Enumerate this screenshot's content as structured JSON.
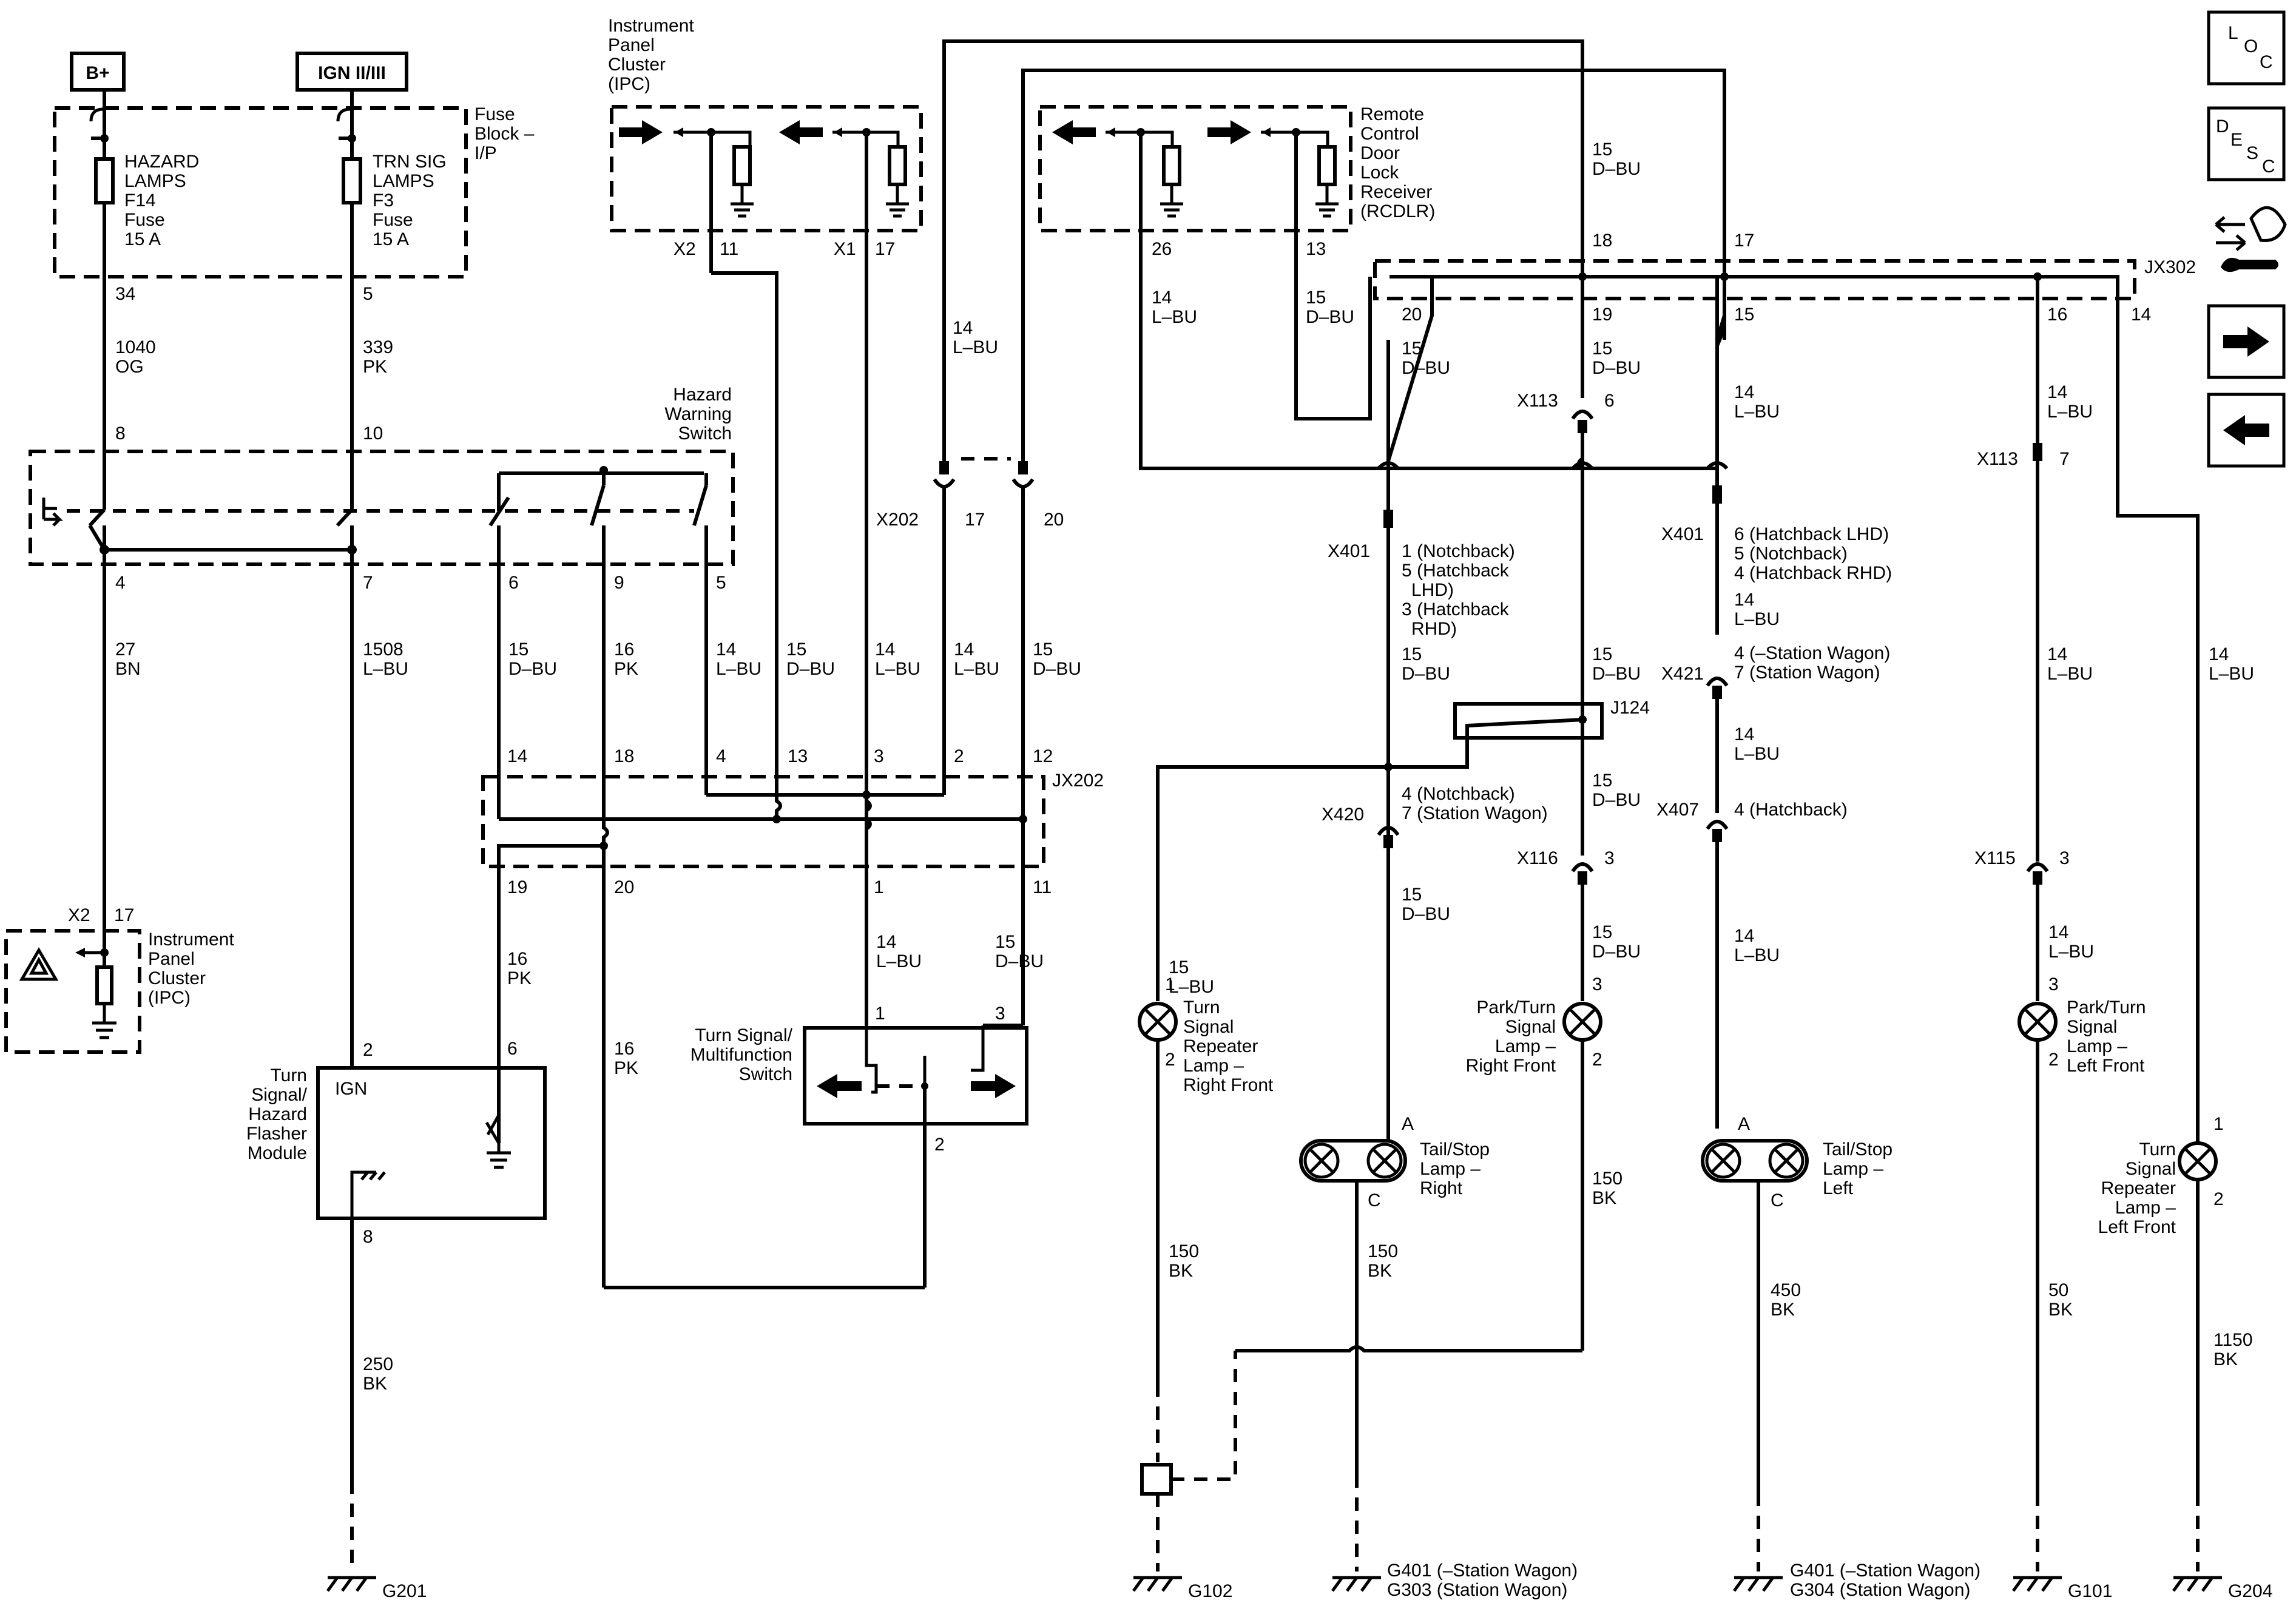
{
  "power": {
    "bplus": "B+",
    "ign": "IGN II/III"
  },
  "fuse_block": {
    "label": [
      "Fuse",
      "Block –",
      "I/P"
    ],
    "hazard_fuse": [
      "HAZARD",
      "LAMPS",
      "F14",
      "Fuse",
      "15 A"
    ],
    "trn_fuse": [
      "TRN SIG",
      "LAMPS",
      "F3",
      "Fuse",
      "15 A"
    ]
  },
  "ipc_top": {
    "label": [
      "Instrument",
      "Panel",
      "Cluster",
      "(IPC)"
    ],
    "x2": "X2",
    "x2_pin": "11",
    "x1": "X1",
    "x1_pin": "17"
  },
  "rcdlr": {
    "label": [
      "Remote",
      "Control",
      "Door",
      "Lock",
      "Receiver",
      "(RCDLR)"
    ],
    "pin26": "26",
    "pin13": "13"
  },
  "hazard_switch": {
    "label": [
      "Hazard",
      "Warning",
      "Switch"
    ]
  },
  "flasher": {
    "label": [
      "Turn",
      "Signal/",
      "Hazard",
      "Flasher",
      "Module"
    ],
    "ign": "IGN",
    "pin2": "2",
    "pin6": "6",
    "pin8": "8"
  },
  "ipc_left": {
    "label": [
      "Instrument",
      "Panel",
      "Cluster",
      "(IPC)"
    ],
    "x2": "X2",
    "pin": "17"
  },
  "multifunction": {
    "label": [
      "Turn Signal/",
      "Multifunction",
      "Switch"
    ],
    "pin1": "1",
    "pin3": "3",
    "pin2": "2"
  },
  "wires": {
    "w34": "34",
    "w1040": "1040",
    "og": "OG",
    "w8": "8",
    "w5": "5",
    "w339": "339",
    "pk": "PK",
    "w10": "10",
    "w4": "4",
    "w27": "27",
    "bn": "BN",
    "w7": "7",
    "w1508": "1508",
    "lbu": "L–BU",
    "w6": "6",
    "w9": "9",
    "w5b": "5",
    "c15dbu": "15",
    "c_dbu": "D–BU",
    "c16pk": "16",
    "c_pk": "PK",
    "c14lbu": "14",
    "c_lbu": "L–BU",
    "w250": "250",
    "bk": "BK",
    "w150": "150",
    "w450": "450",
    "w50": "50",
    "w1150": "1150"
  },
  "jx202": {
    "label": "JX202",
    "pins_top": [
      "14",
      "18",
      "4",
      "13",
      "3",
      "2",
      "12"
    ],
    "pins_bot": [
      "19",
      "20",
      "1",
      "11"
    ]
  },
  "x202": {
    "label": "X202",
    "p17": "17",
    "p20": "20"
  },
  "jx302": {
    "label": "JX302",
    "p18": "18",
    "p17": "17",
    "p20": "20",
    "p19": "19",
    "p15": "15",
    "p16": "16",
    "p14": "14"
  },
  "connectors": {
    "x113a": "X113",
    "x113a_pin": "6",
    "x113b": "X113",
    "x113b_pin": "7",
    "x401a": "X401",
    "x401a_pins": [
      "1 (Notchback)",
      "5 (Hatchback",
      "LHD)",
      "3 (Hatchback",
      "RHD)"
    ],
    "x401b": "X401",
    "x401b_pins": [
      "6 (Hatchback LHD)",
      "5 (Notchback)",
      "4 (Hatchback RHD)"
    ],
    "x421": "X421",
    "x421_pins": [
      "4 (–Station Wagon)",
      "7 (Station Wagon)"
    ],
    "j124": "J124",
    "x420": "X420",
    "x420_pins": [
      "4 (Notchback)",
      "7 (Station Wagon)"
    ],
    "x407": "X407",
    "x407_pin": "4 (Hatchback)",
    "x116": "X116",
    "x116_pin": "3",
    "x115": "X115",
    "x115_pin": "3"
  },
  "lamps": {
    "rep_rf": [
      "Turn",
      "Signal",
      "Repeater",
      "Lamp –",
      "Right Front"
    ],
    "park_rf": [
      "Park/Turn",
      "Signal",
      "Lamp –",
      "Right Front"
    ],
    "tail_r": [
      "Tail/Stop",
      "Lamp –",
      "Right"
    ],
    "tail_l": [
      "Tail/Stop",
      "Lamp –",
      "Left"
    ],
    "park_lf": [
      "Park/Turn",
      "Signal",
      "Lamp –",
      "Left Front"
    ],
    "rep_lf": [
      "Turn",
      "Signal",
      "Repeater",
      "Lamp –",
      "Left Front"
    ]
  },
  "grounds": {
    "g201": "G201",
    "g102": "G102",
    "g401a": "G401 (–Station Wagon)",
    "g303": "G303 (Station Wagon)",
    "g401b": "G401 (–Station Wagon)",
    "g304": "G304 (Station Wagon)",
    "g101": "G101",
    "g204": "G204"
  },
  "side_icons": {
    "loc": [
      "L",
      "O",
      "C"
    ],
    "desc": [
      "D",
      "E",
      "S",
      "C"
    ]
  }
}
